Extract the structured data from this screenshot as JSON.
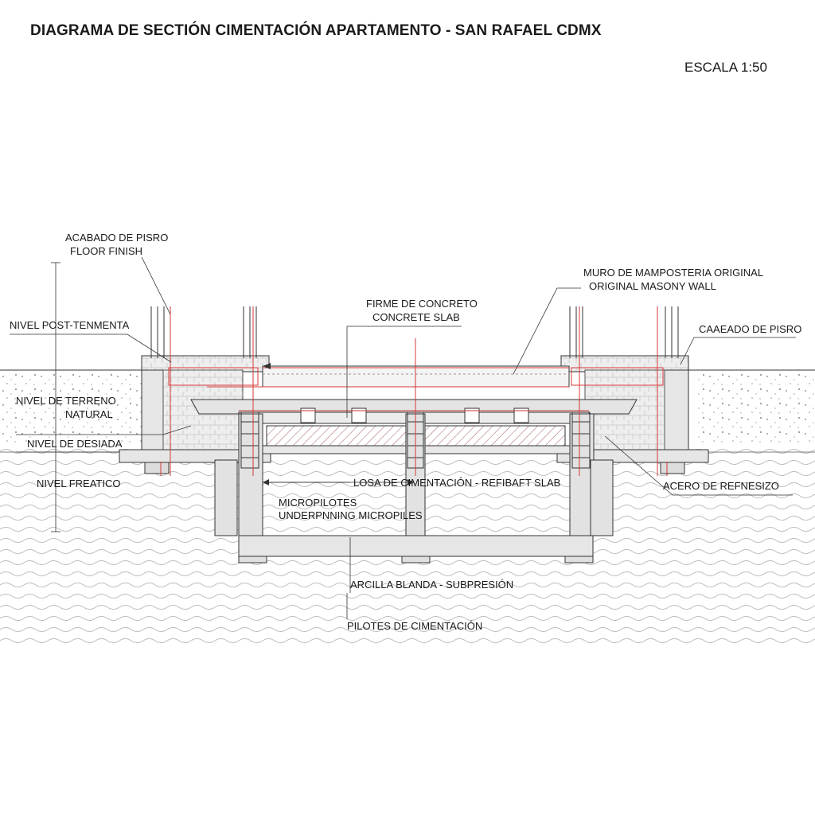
{
  "title": "DIAGRAMA DE SECTIÓN CIMENTACIÓN APARTAMENTO - SAN RAFAEL CDMX",
  "scale": "ESCALA 1:50",
  "labels": {
    "floor_finish_es": "ACABADO DE PISRO",
    "floor_finish_en": "FLOOR FINISH",
    "nivel_post": "NIVEL POST-TENMENTA",
    "nivel_terreno_1": "NIVEL DE TERRENO",
    "nivel_terreno_2": "NATURAL",
    "nivel_desplante": "NIVEL DE DESIADA",
    "nivel_freatico": "NIVEL FREATICO",
    "slab_es": "FIRME DE CONCRETO",
    "slab_en": "CONCRETE SLAB",
    "wall_es": "MURO DE MAMPOSTERIA ORIGINAL",
    "wall_en": "ORIGINAL MASONY WALL",
    "acabado_right": "CAAEADO DE PISRO",
    "losa": "LOSA DE CIMENTACIÓN - REFIBAFT SLAB",
    "acero": "ACERO DE REFNESIZO",
    "micro_es": "MICROPILOTES",
    "micro_en": "UNDERPNNING MICROPILES",
    "arcilla": "ARCILLA BLANDA - SUBPRESIÓN",
    "pilotes": "PILOTES DE CIMENTACIÓN"
  },
  "colors": {
    "line": "#333333",
    "concrete": "#e8e8e8",
    "masonry": "#ededed",
    "rebar": "#d43a3a",
    "water": "#b8b8b8"
  }
}
